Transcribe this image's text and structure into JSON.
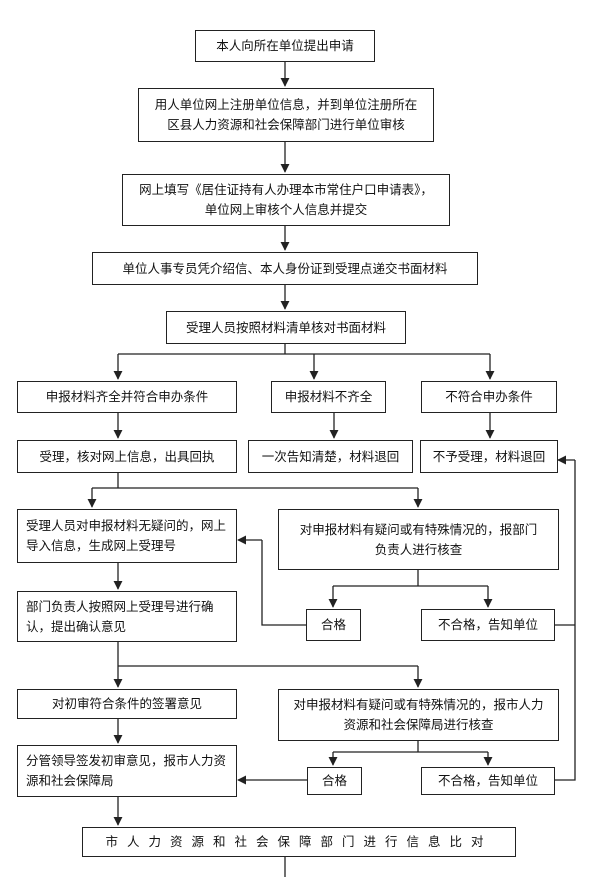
{
  "flowchart": {
    "nodes": {
      "n1": "本人向所在单位提出申请",
      "n2": "用人单位网上注册单位信息，并到单位注册所在区县人力资源和社会保障部门进行单位审核",
      "n3": "网上填写《居住证持有人办理本市常住户口申请表》，单位网上审核个人信息并提交",
      "n4": "单位人事专员凭介绍信、本人身份证到受理点递交书面材料",
      "n5": "受理人员按照材料清单核对书面材料",
      "n6a": "申报材料齐全并符合申办条件",
      "n6b": "申报材料不齐全",
      "n6c": "不符合申办条件",
      "n7a": "受理，核对网上信息，出具回执",
      "n7b": "一次告知清楚，材料退回",
      "n7c": "不予受理，材料退回",
      "n8a": "受理人员对申报材料无疑问的，网上导入信息，生成网上受理号",
      "n8b": "对申报材料有疑问或有特殊情况的，报部门负责人进行核查",
      "n9a": "部门负责人按照网上受理号进行确认，提出确认意见",
      "n9b": "合格",
      "n9c": "不合格，告知单位",
      "n10a": "对初审符合条件的签署意见",
      "n10b": "对申报材料有疑问或有特殊情况的，报市人力资源和社会保障局进行核查",
      "n11a": "分管领导签发初审意见，报市人力资源和社会保障局",
      "n11b": "合格",
      "n11c": "不合格，告知单位",
      "n12": "市人力资源和社会保障部门进行信息比对"
    }
  }
}
